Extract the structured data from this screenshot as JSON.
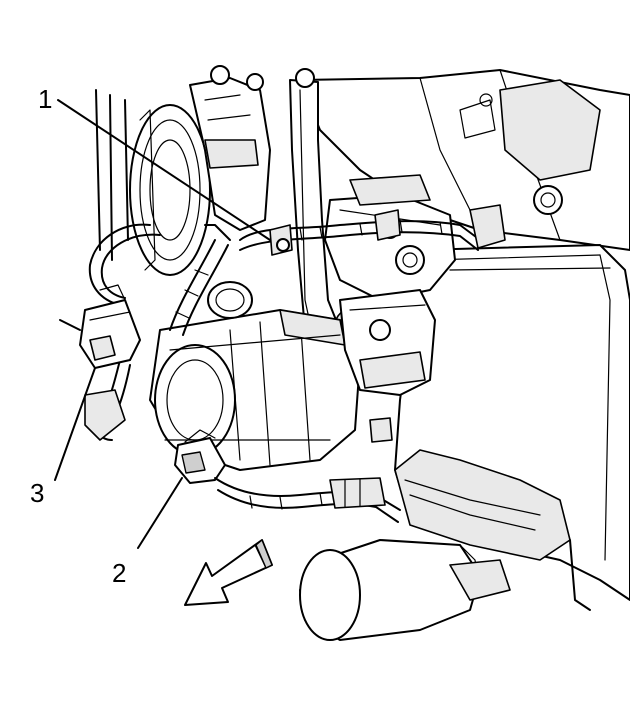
{
  "callouts": [
    {
      "id": "1",
      "label": "1"
    },
    {
      "id": "2",
      "label": "2"
    },
    {
      "id": "3",
      "label": "3"
    }
  ],
  "colors": {
    "line": "#000000",
    "background": "#ffffff",
    "shade": "#e9e9e9",
    "dark_shade": "#cfcfcf"
  },
  "icons": [
    "direction-arrow-icon"
  ]
}
